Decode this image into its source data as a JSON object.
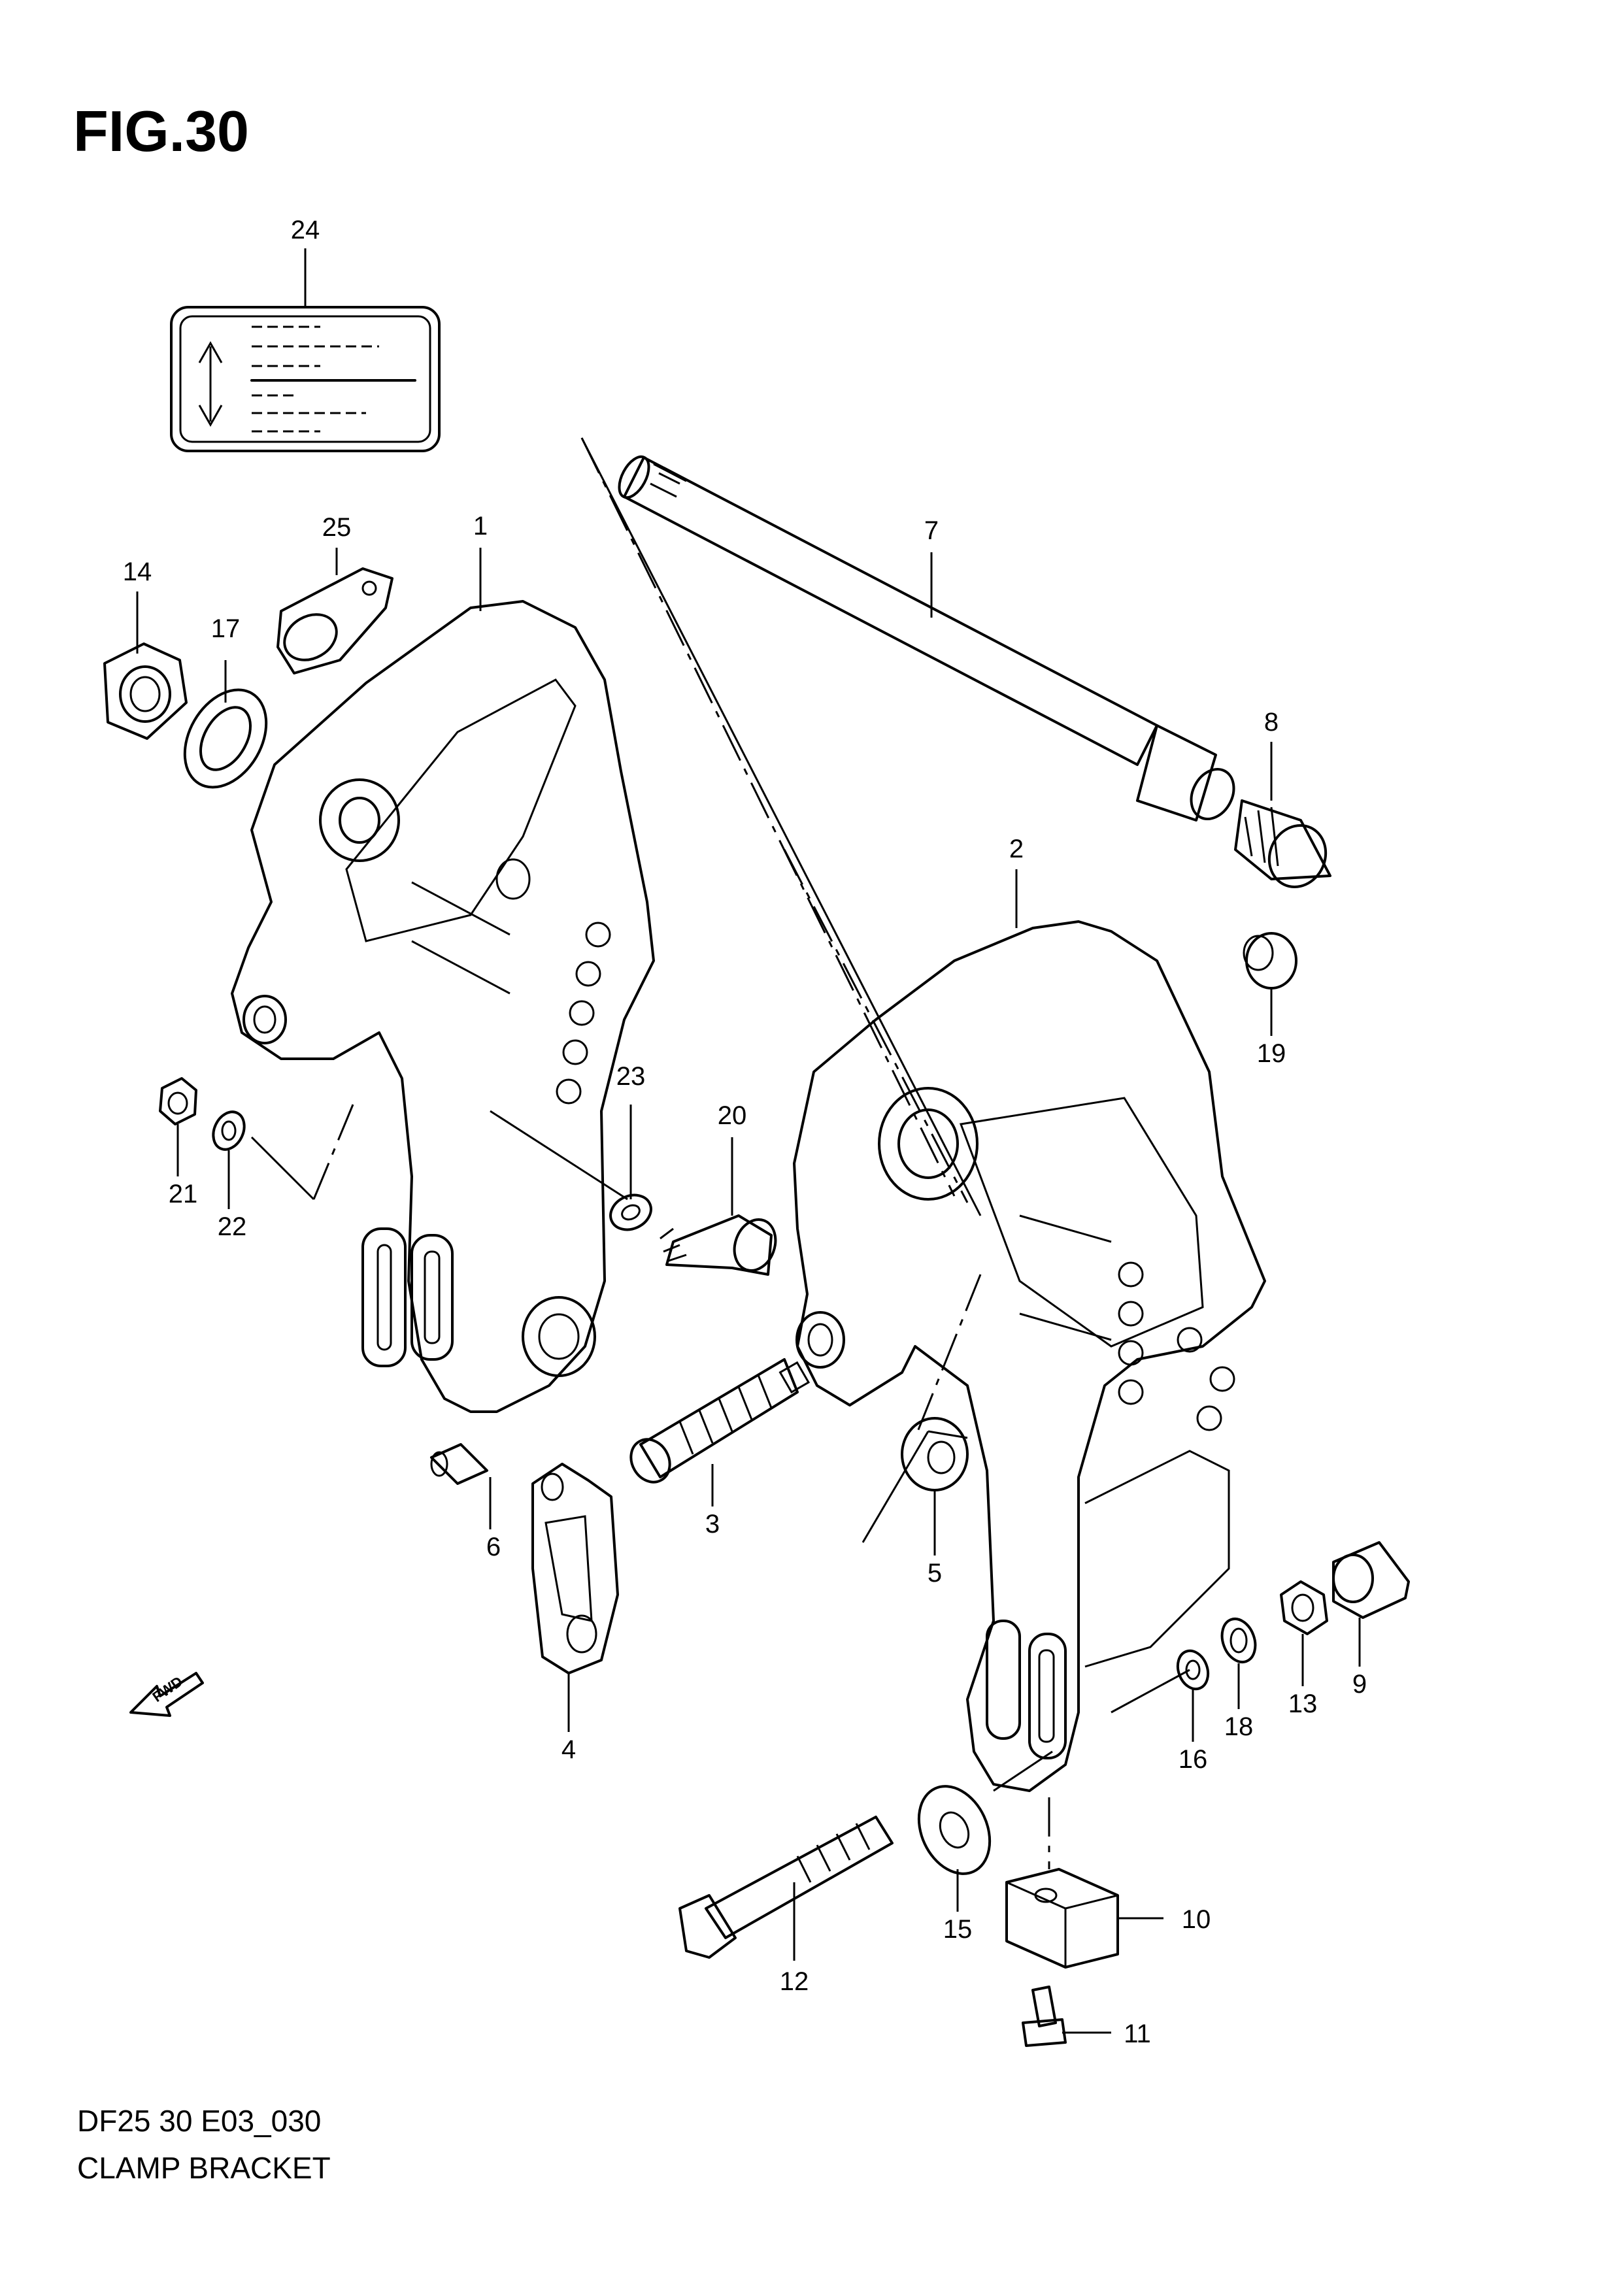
{
  "figure": {
    "title": "FIG.30",
    "code": "DF25 30 E03_030",
    "name": "CLAMP BRACKET",
    "fwd_label": "FWD"
  },
  "callouts": [
    {
      "id": "1",
      "label": "1"
    },
    {
      "id": "2",
      "label": "2"
    },
    {
      "id": "3",
      "label": "3"
    },
    {
      "id": "4",
      "label": "4"
    },
    {
      "id": "5",
      "label": "5"
    },
    {
      "id": "6",
      "label": "6"
    },
    {
      "id": "7",
      "label": "7"
    },
    {
      "id": "8",
      "label": "8"
    },
    {
      "id": "9",
      "label": "9"
    },
    {
      "id": "10",
      "label": "10"
    },
    {
      "id": "11",
      "label": "11"
    },
    {
      "id": "12",
      "label": "12"
    },
    {
      "id": "13",
      "label": "13"
    },
    {
      "id": "14",
      "label": "14"
    },
    {
      "id": "15",
      "label": "15"
    },
    {
      "id": "16",
      "label": "16"
    },
    {
      "id": "17",
      "label": "17"
    },
    {
      "id": "18",
      "label": "18"
    },
    {
      "id": "19",
      "label": "19"
    },
    {
      "id": "20",
      "label": "20"
    },
    {
      "id": "21",
      "label": "21"
    },
    {
      "id": "22",
      "label": "22"
    },
    {
      "id": "23",
      "label": "23"
    },
    {
      "id": "24",
      "label": "24"
    },
    {
      "id": "25",
      "label": "25"
    }
  ]
}
